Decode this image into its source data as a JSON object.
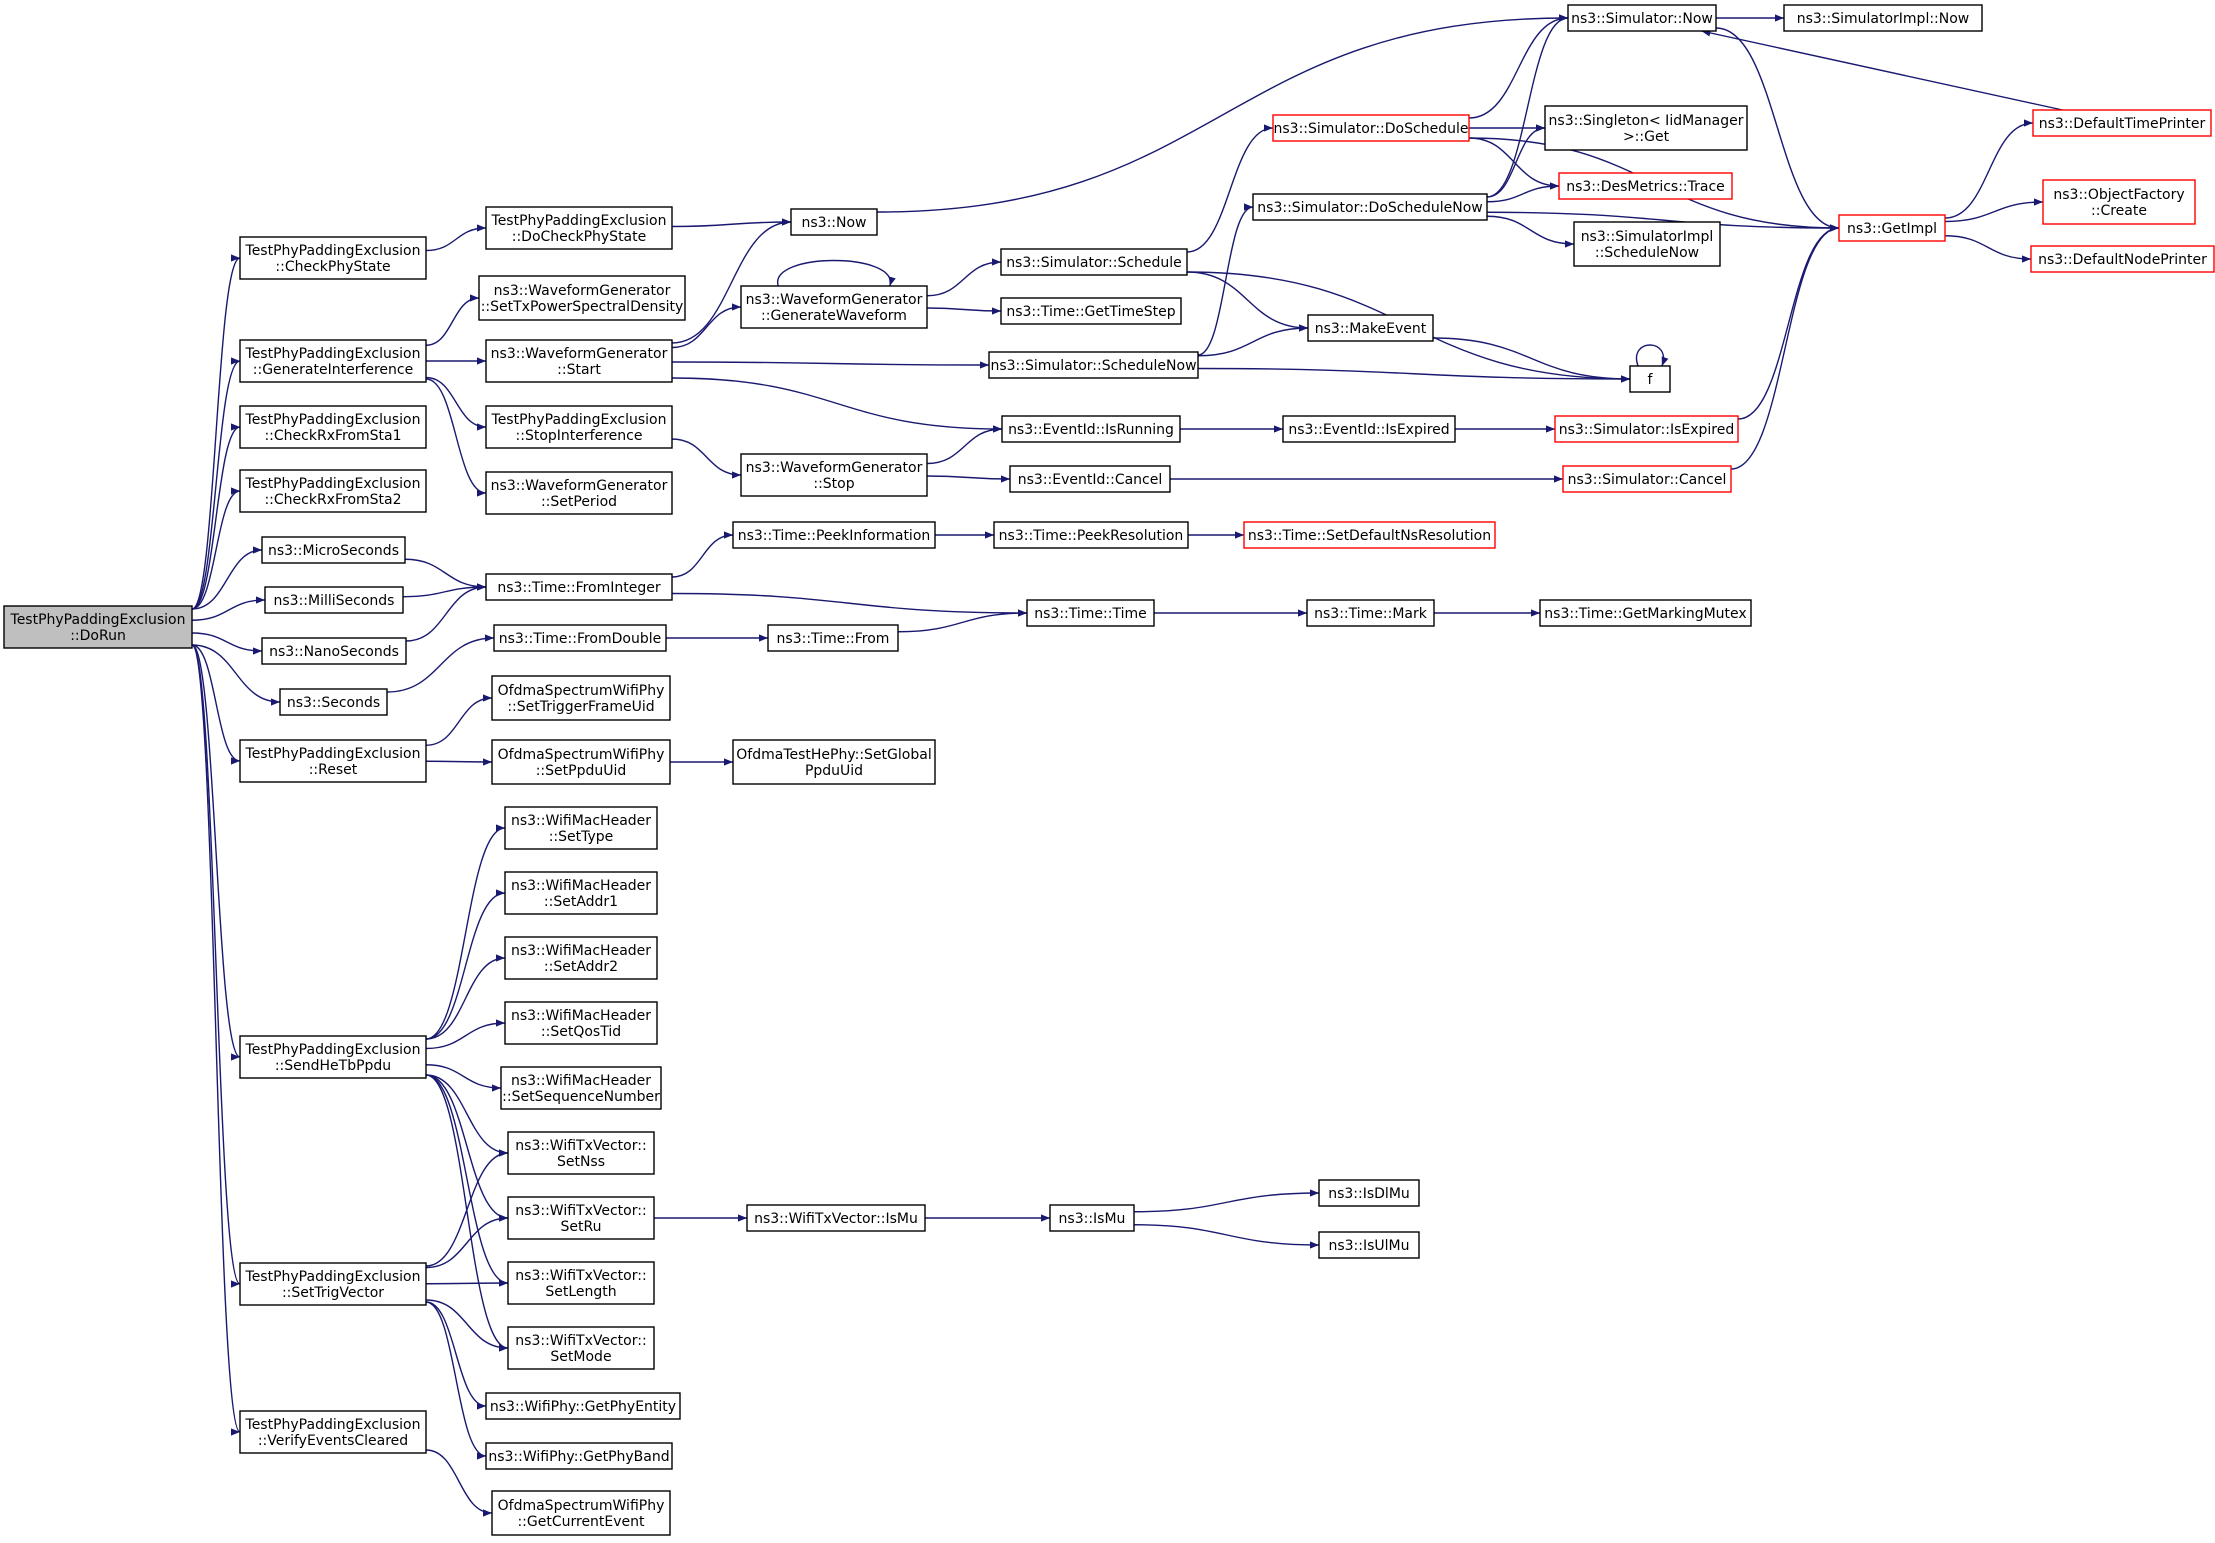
{
  "colors": {
    "edge": "#191970",
    "normal_border": "#000000",
    "truncated_border": "#ff0000",
    "root_fill": "#bfbfbf",
    "node_fill": "#ffffff"
  },
  "nodes": [
    {
      "id": "dorun",
      "lines": [
        "TestPhyPaddingExclusion",
        "::DoRun"
      ],
      "style": "root"
    },
    {
      "id": "checkphystate",
      "lines": [
        "TestPhyPaddingExclusion",
        "::CheckPhyState"
      ]
    },
    {
      "id": "docheckphystate",
      "lines": [
        "TestPhyPaddingExclusion",
        "::DoCheckPhyState"
      ]
    },
    {
      "id": "now",
      "lines": [
        "ns3::Now"
      ]
    },
    {
      "id": "simnow",
      "lines": [
        "ns3::Simulator::Now"
      ]
    },
    {
      "id": "simimplnow",
      "lines": [
        "ns3::SimulatorImpl::Now"
      ]
    },
    {
      "id": "doschedule",
      "lines": [
        "ns3::Simulator::DoSchedule"
      ],
      "style": "truncated"
    },
    {
      "id": "singleton",
      "lines": [
        "ns3::Singleton< IidManager",
        ">::Get"
      ]
    },
    {
      "id": "desmetrics",
      "lines": [
        "ns3::DesMetrics::Trace"
      ],
      "style": "truncated"
    },
    {
      "id": "doschedulenow",
      "lines": [
        "ns3::Simulator::DoScheduleNow"
      ]
    },
    {
      "id": "simimplschednow",
      "lines": [
        "ns3::SimulatorImpl",
        "::ScheduleNow"
      ]
    },
    {
      "id": "getimpl",
      "lines": [
        "ns3::GetImpl"
      ],
      "style": "truncated"
    },
    {
      "id": "defaulttimeprinter",
      "lines": [
        "ns3::DefaultTimePrinter"
      ],
      "style": "truncated"
    },
    {
      "id": "objectfactory",
      "lines": [
        "ns3::ObjectFactory",
        "::Create"
      ],
      "style": "truncated"
    },
    {
      "id": "defaultnodeprinter",
      "lines": [
        "ns3::DefaultNodePrinter"
      ],
      "style": "truncated"
    },
    {
      "id": "settxpsd",
      "lines": [
        "ns3::WaveformGenerator",
        "::SetTxPowerSpectralDensity"
      ]
    },
    {
      "id": "geninterf",
      "lines": [
        "TestPhyPaddingExclusion",
        "::GenerateInterference"
      ]
    },
    {
      "id": "wgstart",
      "lines": [
        "ns3::WaveformGenerator",
        "::Start"
      ]
    },
    {
      "id": "genwave",
      "lines": [
        "ns3::WaveformGenerator",
        "::GenerateWaveform"
      ]
    },
    {
      "id": "simschedule",
      "lines": [
        "ns3::Simulator::Schedule"
      ]
    },
    {
      "id": "gettimestep",
      "lines": [
        "ns3::Time::GetTimeStep"
      ]
    },
    {
      "id": "makeevent",
      "lines": [
        "ns3::MakeEvent"
      ]
    },
    {
      "id": "simschednow",
      "lines": [
        "ns3::Simulator::ScheduleNow"
      ]
    },
    {
      "id": "f",
      "lines": [
        "f"
      ]
    },
    {
      "id": "checkrx1",
      "lines": [
        "TestPhyPaddingExclusion",
        "::CheckRxFromSta1"
      ]
    },
    {
      "id": "stopinterf",
      "lines": [
        "TestPhyPaddingExclusion",
        "::StopInterference"
      ]
    },
    {
      "id": "isrunning",
      "lines": [
        "ns3::EventId::IsRunning"
      ]
    },
    {
      "id": "isexpired",
      "lines": [
        "ns3::EventId::IsExpired"
      ]
    },
    {
      "id": "simisexpired",
      "lines": [
        "ns3::Simulator::IsExpired"
      ],
      "style": "truncated"
    },
    {
      "id": "wgstop",
      "lines": [
        "ns3::WaveformGenerator",
        "::Stop"
      ]
    },
    {
      "id": "cancel",
      "lines": [
        "ns3::EventId::Cancel"
      ]
    },
    {
      "id": "simcancel",
      "lines": [
        "ns3::Simulator::Cancel"
      ],
      "style": "truncated"
    },
    {
      "id": "checkrx2",
      "lines": [
        "TestPhyPaddingExclusion",
        "::CheckRxFromSta2"
      ]
    },
    {
      "id": "setperiod",
      "lines": [
        "ns3::WaveformGenerator",
        "::SetPeriod"
      ]
    },
    {
      "id": "micro",
      "lines": [
        "ns3::MicroSeconds"
      ]
    },
    {
      "id": "peekinfo",
      "lines": [
        "ns3::Time::PeekInformation"
      ]
    },
    {
      "id": "peekres",
      "lines": [
        "ns3::Time::PeekResolution"
      ]
    },
    {
      "id": "setdefres",
      "lines": [
        "ns3::Time::SetDefaultNsResolution"
      ],
      "style": "truncated"
    },
    {
      "id": "frominteger",
      "lines": [
        "ns3::Time::FromInteger"
      ]
    },
    {
      "id": "milli",
      "lines": [
        "ns3::MilliSeconds"
      ]
    },
    {
      "id": "timetime",
      "lines": [
        "ns3::Time::Time"
      ]
    },
    {
      "id": "mark",
      "lines": [
        "ns3::Time::Mark"
      ]
    },
    {
      "id": "getmarkmutex",
      "lines": [
        "ns3::Time::GetMarkingMutex"
      ]
    },
    {
      "id": "nano",
      "lines": [
        "ns3::NanoSeconds"
      ]
    },
    {
      "id": "fromdouble",
      "lines": [
        "ns3::Time::FromDouble"
      ]
    },
    {
      "id": "timefrom",
      "lines": [
        "ns3::Time::From"
      ]
    },
    {
      "id": "seconds",
      "lines": [
        "ns3::Seconds"
      ]
    },
    {
      "id": "settrigframe",
      "lines": [
        "OfdmaSpectrumWifiPhy",
        "::SetTriggerFrameUid"
      ]
    },
    {
      "id": "reset",
      "lines": [
        "TestPhyPaddingExclusion",
        "::Reset"
      ]
    },
    {
      "id": "setppduuid",
      "lines": [
        "OfdmaSpectrumWifiPhy",
        "::SetPpduUid"
      ]
    },
    {
      "id": "setglobalppdu",
      "lines": [
        "OfdmaTestHePhy::SetGlobal",
        "PpduUid"
      ]
    },
    {
      "id": "settype",
      "lines": [
        "ns3::WifiMacHeader",
        "::SetType"
      ]
    },
    {
      "id": "setaddr1",
      "lines": [
        "ns3::WifiMacHeader",
        "::SetAddr1"
      ]
    },
    {
      "id": "setaddr2",
      "lines": [
        "ns3::WifiMacHeader",
        "::SetAddr2"
      ]
    },
    {
      "id": "setqostid",
      "lines": [
        "ns3::WifiMacHeader",
        "::SetQosTid"
      ]
    },
    {
      "id": "sendhetb",
      "lines": [
        "TestPhyPaddingExclusion",
        "::SendHeTbPpdu"
      ]
    },
    {
      "id": "setseqnum",
      "lines": [
        "ns3::WifiMacHeader",
        "::SetSequenceNumber"
      ]
    },
    {
      "id": "setnss",
      "lines": [
        "ns3::WifiTxVector::",
        "SetNss"
      ]
    },
    {
      "id": "setru",
      "lines": [
        "ns3::WifiTxVector::",
        "SetRu"
      ]
    },
    {
      "id": "txvismu",
      "lines": [
        "ns3::WifiTxVector::IsMu"
      ]
    },
    {
      "id": "ismu",
      "lines": [
        "ns3::IsMu"
      ]
    },
    {
      "id": "isdlmu",
      "lines": [
        "ns3::IsDlMu"
      ]
    },
    {
      "id": "isulmu",
      "lines": [
        "ns3::IsUlMu"
      ]
    },
    {
      "id": "settrigvec",
      "lines": [
        "TestPhyPaddingExclusion",
        "::SetTrigVector"
      ]
    },
    {
      "id": "setlength",
      "lines": [
        "ns3::WifiTxVector::",
        "SetLength"
      ]
    },
    {
      "id": "setmode",
      "lines": [
        "ns3::WifiTxVector::",
        "SetMode"
      ]
    },
    {
      "id": "getphyentity",
      "lines": [
        "ns3::WifiPhy::GetPhyEntity"
      ]
    },
    {
      "id": "verifyevents",
      "lines": [
        "TestPhyPaddingExclusion",
        "::VerifyEventsCleared"
      ]
    },
    {
      "id": "getphyband",
      "lines": [
        "ns3::WifiPhy::GetPhyBand"
      ]
    },
    {
      "id": "getcurrentevent",
      "lines": [
        "OfdmaSpectrumWifiPhy",
        "::GetCurrentEvent"
      ]
    }
  ],
  "edges": [
    [
      "dorun",
      "checkphystate"
    ],
    [
      "dorun",
      "geninterf"
    ],
    [
      "dorun",
      "checkrx1"
    ],
    [
      "dorun",
      "checkrx2"
    ],
    [
      "dorun",
      "micro"
    ],
    [
      "dorun",
      "milli"
    ],
    [
      "dorun",
      "nano"
    ],
    [
      "dorun",
      "seconds"
    ],
    [
      "dorun",
      "reset"
    ],
    [
      "dorun",
      "sendhetb"
    ],
    [
      "dorun",
      "settrigvec"
    ],
    [
      "dorun",
      "verifyevents"
    ],
    [
      "checkphystate",
      "docheckphystate"
    ],
    [
      "docheckphystate",
      "now"
    ],
    [
      "now",
      "simnow"
    ],
    [
      "simnow",
      "simimplnow"
    ],
    [
      "simnow",
      "getimpl"
    ],
    [
      "geninterf",
      "settxpsd"
    ],
    [
      "geninterf",
      "wgstart"
    ],
    [
      "geninterf",
      "stopinterf"
    ],
    [
      "geninterf",
      "setperiod"
    ],
    [
      "wgstart",
      "now"
    ],
    [
      "wgstart",
      "genwave"
    ],
    [
      "wgstart",
      "simschednow"
    ],
    [
      "wgstart",
      "isrunning"
    ],
    [
      "genwave",
      "genwave"
    ],
    [
      "genwave",
      "simschedule"
    ],
    [
      "genwave",
      "gettimestep"
    ],
    [
      "simschedule",
      "doschedule"
    ],
    [
      "simschedule",
      "makeevent"
    ],
    [
      "simschedule",
      "f"
    ],
    [
      "simschednow",
      "doschedulenow"
    ],
    [
      "simschednow",
      "makeevent"
    ],
    [
      "simschednow",
      "f"
    ],
    [
      "makeevent",
      "f"
    ],
    [
      "f",
      "f"
    ],
    [
      "doschedule",
      "simnow"
    ],
    [
      "doschedule",
      "singleton"
    ],
    [
      "doschedule",
      "desmetrics"
    ],
    [
      "doschedule",
      "getimpl"
    ],
    [
      "doschedulenow",
      "simnow"
    ],
    [
      "doschedulenow",
      "singleton"
    ],
    [
      "doschedulenow",
      "desmetrics"
    ],
    [
      "doschedulenow",
      "simimplschednow"
    ],
    [
      "doschedulenow",
      "getimpl"
    ],
    [
      "getimpl",
      "defaulttimeprinter"
    ],
    [
      "getimpl",
      "objectfactory"
    ],
    [
      "getimpl",
      "defaultnodeprinter"
    ],
    [
      "defaulttimeprinter",
      "simnow"
    ],
    [
      "stopinterf",
      "wgstop"
    ],
    [
      "wgstop",
      "isrunning"
    ],
    [
      "wgstop",
      "cancel"
    ],
    [
      "isrunning",
      "isexpired"
    ],
    [
      "isexpired",
      "simisexpired"
    ],
    [
      "simisexpired",
      "getimpl"
    ],
    [
      "cancel",
      "simcancel"
    ],
    [
      "simcancel",
      "getimpl"
    ],
    [
      "micro",
      "frominteger"
    ],
    [
      "milli",
      "frominteger"
    ],
    [
      "nano",
      "frominteger"
    ],
    [
      "seconds",
      "fromdouble"
    ],
    [
      "frominteger",
      "peekinfo"
    ],
    [
      "frominteger",
      "timetime"
    ],
    [
      "peekinfo",
      "peekres"
    ],
    [
      "peekres",
      "setdefres"
    ],
    [
      "fromdouble",
      "timefrom"
    ],
    [
      "timefrom",
      "timetime"
    ],
    [
      "timetime",
      "mark"
    ],
    [
      "mark",
      "getmarkmutex"
    ],
    [
      "reset",
      "settrigframe"
    ],
    [
      "reset",
      "setppduuid"
    ],
    [
      "setppduuid",
      "setglobalppdu"
    ],
    [
      "sendhetb",
      "settype"
    ],
    [
      "sendhetb",
      "setaddr1"
    ],
    [
      "sendhetb",
      "setaddr2"
    ],
    [
      "sendhetb",
      "setqostid"
    ],
    [
      "sendhetb",
      "setseqnum"
    ],
    [
      "sendhetb",
      "setnss"
    ],
    [
      "sendhetb",
      "setru"
    ],
    [
      "sendhetb",
      "setlength"
    ],
    [
      "sendhetb",
      "setmode"
    ],
    [
      "setru",
      "txvismu"
    ],
    [
      "txvismu",
      "ismu"
    ],
    [
      "ismu",
      "isdlmu"
    ],
    [
      "ismu",
      "isulmu"
    ],
    [
      "settrigvec",
      "setnss"
    ],
    [
      "settrigvec",
      "setru"
    ],
    [
      "settrigvec",
      "setlength"
    ],
    [
      "settrigvec",
      "setmode"
    ],
    [
      "settrigvec",
      "getphyentity"
    ],
    [
      "settrigvec",
      "getphyband"
    ],
    [
      "verifyevents",
      "getcurrentevent"
    ]
  ]
}
